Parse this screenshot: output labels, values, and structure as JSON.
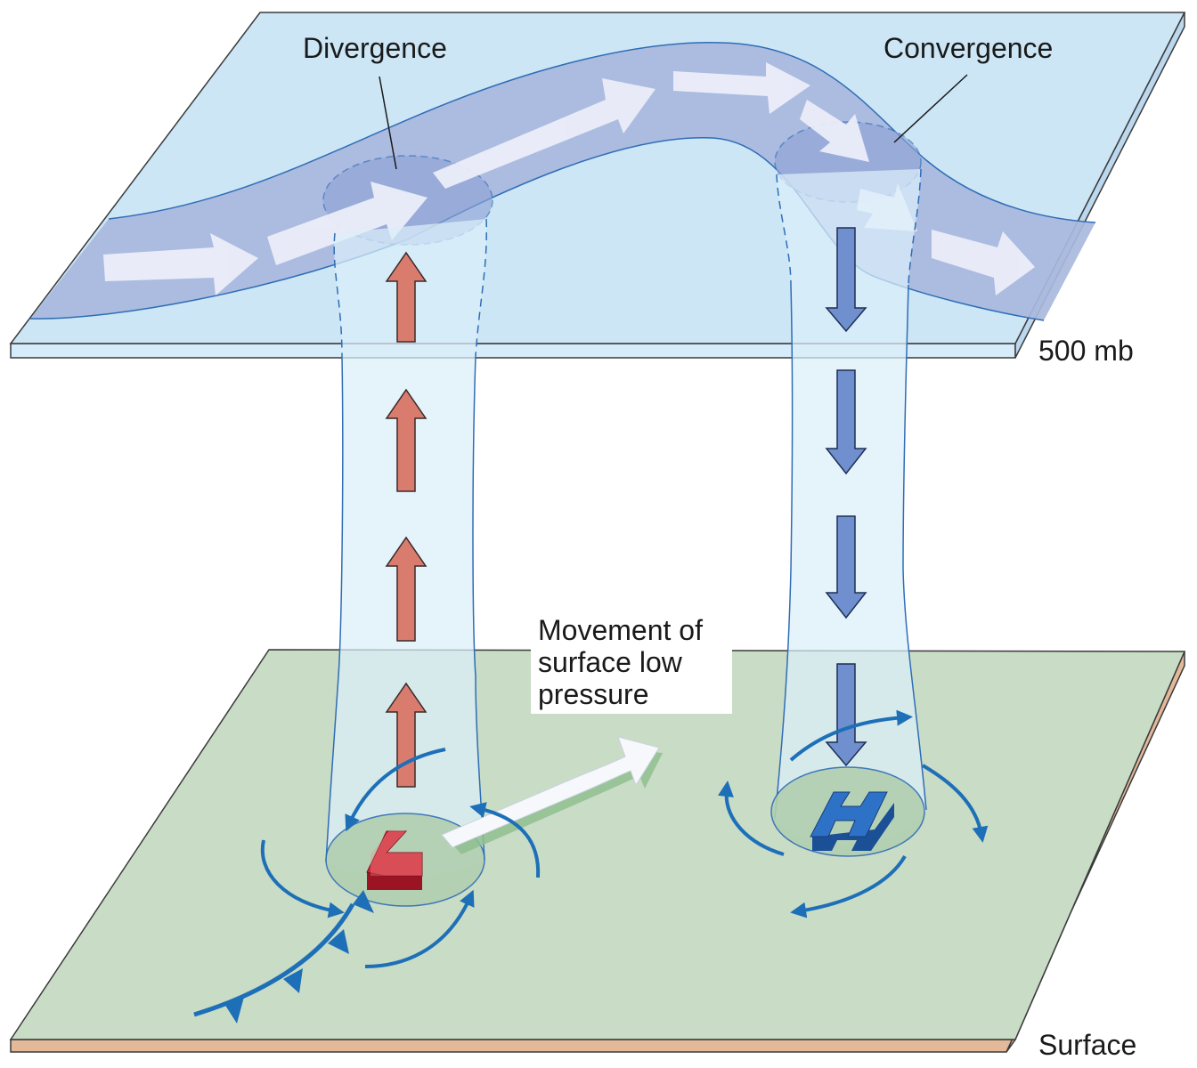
{
  "labels": {
    "divergence": "Divergence",
    "convergence": "Convergence",
    "level_upper": "500 mb",
    "level_surface": "Surface",
    "movement_line1": "Movement of",
    "movement_line2": "surface low",
    "movement_line3": "pressure"
  },
  "pressure_symbols": {
    "low": "L",
    "high": "H"
  },
  "colors": {
    "upper_plane": "#cce6f6",
    "jet_stream": "#a9b9dd",
    "surface_plane": "#c9dcc6",
    "surface_edge": "#e3b99a",
    "rising_arrow": "#d97c6e",
    "sinking_arrow": "#6f8fce",
    "circulation": "#1d6fb7",
    "low_symbol": "#d2283a",
    "high_symbol": "#2e72c7"
  }
}
